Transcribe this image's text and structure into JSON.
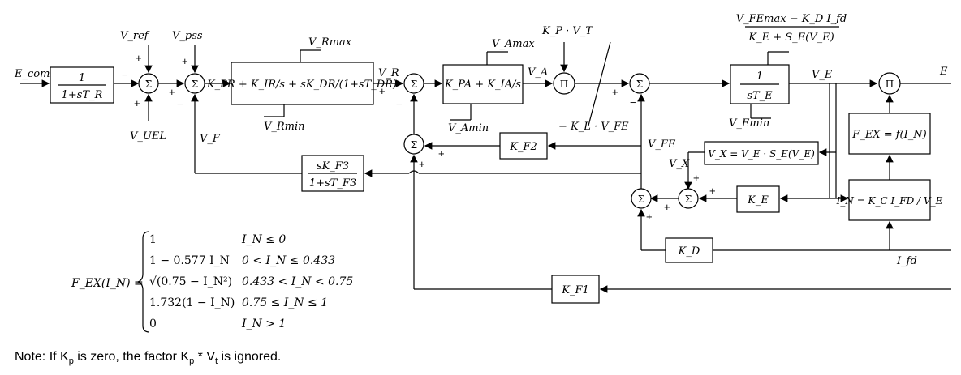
{
  "signals": {
    "e_comp": "E_comp",
    "v_ref": "V_ref",
    "v_pss": "V_pss",
    "v_uel": "V_UEL",
    "v_f": "V_F",
    "v_rmax": "V_Rmax",
    "v_rmin": "V_Rmin",
    "v_r": "V_R",
    "v_amax": "V_Amax",
    "v_amin": "V_Amin",
    "v_a": "V_A",
    "kp_vt": "K_P · V_T",
    "kl_vfe": "− K_L · V_FE",
    "v_fe": "V_FE",
    "v_x": "V_X",
    "v_e": "V_E",
    "e_fd": "E",
    "vemin": "V_Emin",
    "i_fd": "I_fd"
  },
  "blocks": {
    "transducer": {
      "num": "1",
      "den": "1+sT_R"
    },
    "pid": "K_PR + K_IR/s + sK_DR/(1+sT_DR)",
    "pi": "K_PA + K_IA/s",
    "integrator": {
      "num": "1",
      "den": "sT_E"
    },
    "vemax_expr": {
      "num": "V_FEmax − K_D I_fd",
      "den": "K_E + S_E(V_E)"
    },
    "kf2": "K_F2",
    "kf3": {
      "num": "sK_F3",
      "den": "1+sT_F3"
    },
    "vx": "V_X = V_E · S_E(V_E)",
    "ke": "K_E",
    "kd": "K_D",
    "kf1": "K_F1",
    "fex": "F_EX = f(I_N)",
    "in": "I_N = K_C I_FD / V_E",
    "pi_mult": "Π",
    "sigma": "Σ"
  },
  "piecewise": {
    "lhs": "F_EX(I_N) =",
    "rows": [
      {
        "expr": "1",
        "cond": "I_N ≤ 0"
      },
      {
        "expr": "1 − 0.577 I_N",
        "cond": "0 < I_N ≤ 0.433"
      },
      {
        "expr": "√(0.75 − I_N²)",
        "cond": "0.433 < I_N < 0.75"
      },
      {
        "expr": "1.732(1 − I_N)",
        "cond": "0.75 ≤ I_N ≤ 1"
      },
      {
        "expr": "0",
        "cond": "I_N > 1"
      }
    ]
  },
  "note": {
    "prefix": "Note: If K",
    "sub1": "p",
    "middle": " is zero, the factor K",
    "sub2": "p",
    "star": " * V",
    "sub3": "t",
    "suffix": " is ignored."
  }
}
